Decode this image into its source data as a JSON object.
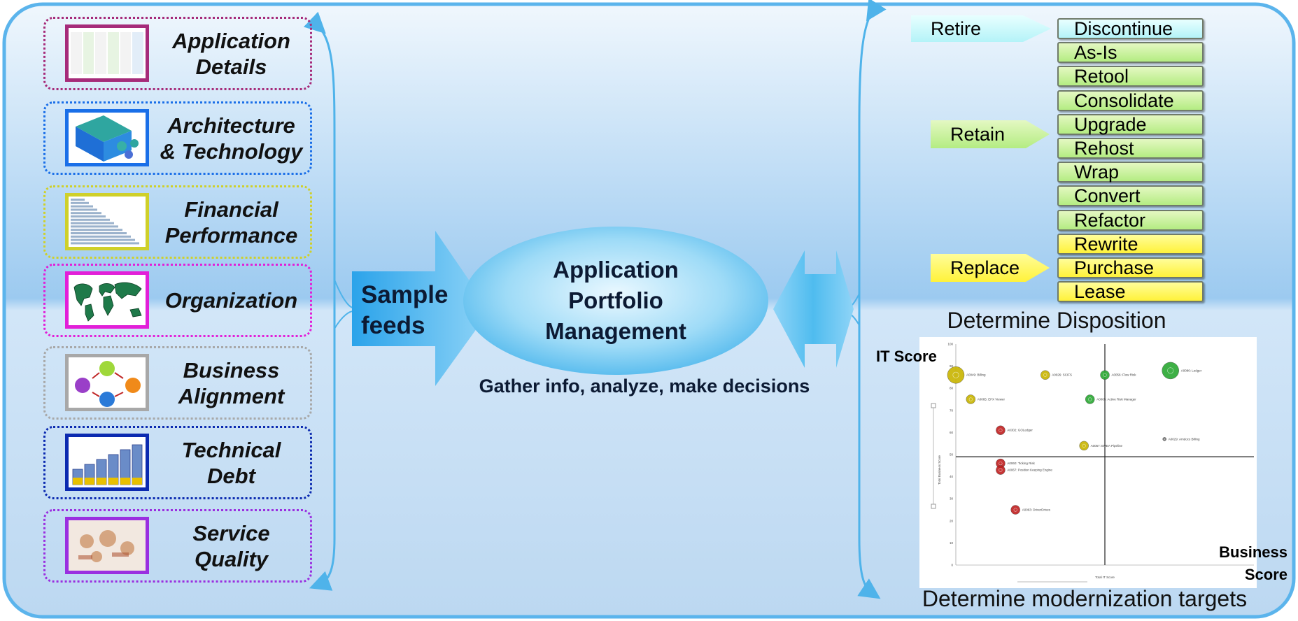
{
  "categories": [
    {
      "label": "Application\nDetails",
      "color": "#a62b7a"
    },
    {
      "label": "Architecture\n& Technology",
      "color": "#1a6fe8"
    },
    {
      "label": "Financial\nPerformance",
      "color": "#cfd02a"
    },
    {
      "label": "Organization",
      "color": "#e21fd8"
    },
    {
      "label": "Business\nAlignment",
      "color": "#a8a8a8"
    },
    {
      "label": "Technical\nDebt",
      "color": "#0b2ab0"
    },
    {
      "label": "Service\nQuality",
      "color": "#9a2fe0"
    }
  ],
  "sample_feeds": "Sample\nfeeds",
  "center": {
    "title": "Application\nPortfolio\nManagement",
    "subtitle": "Gather info, analyze, make decisions"
  },
  "disposition": {
    "title": "Determine Disposition",
    "groups": [
      {
        "label": "Retire",
        "style": "cyan"
      },
      {
        "label": "Retain",
        "style": "green"
      },
      {
        "label": "Replace",
        "style": "yellow"
      }
    ],
    "options": [
      {
        "label": "Discontinue",
        "style": "cyan"
      },
      {
        "label": "As-Is",
        "style": "green"
      },
      {
        "label": "Retool",
        "style": "green"
      },
      {
        "label": "Consolidate",
        "style": "green"
      },
      {
        "label": "Upgrade",
        "style": "green"
      },
      {
        "label": "Rehost",
        "style": "green"
      },
      {
        "label": "Wrap",
        "style": "green"
      },
      {
        "label": "Convert",
        "style": "green"
      },
      {
        "label": "Refactor",
        "style": "green"
      },
      {
        "label": "Rewrite",
        "style": "yellow"
      },
      {
        "label": "Purchase",
        "style": "yellow"
      },
      {
        "label": "Lease",
        "style": "yellow"
      }
    ]
  },
  "modernization": {
    "title": "Determine modernization targets",
    "y_label": "IT Score",
    "x_label": "Business\nScore",
    "inner_y_axis": "Total Business Score",
    "inner_x_axis": "Total IT Score"
  },
  "chart_data": {
    "type": "scatter",
    "xlim": [
      0,
      100
    ],
    "ylim": [
      0,
      100
    ],
    "yticks": [
      "0",
      "10",
      "20",
      "30",
      "40",
      "50",
      "60",
      "70",
      "80",
      "90",
      "100"
    ],
    "points": [
      {
        "label": "A0049: Billing",
        "x": 0,
        "y": 86,
        "color": "#c8b400",
        "size": 5
      },
      {
        "label": "A0026: SCIFS",
        "x": 30,
        "y": 86,
        "color": "#c8b400",
        "size": 3
      },
      {
        "label": "A0056: Flow Risk",
        "x": 50,
        "y": 86,
        "color": "#2aa832",
        "size": 3
      },
      {
        "label": "A0080: Ledger",
        "x": 72,
        "y": 88,
        "color": "#2aa832",
        "size": 5
      },
      {
        "label": "A0065: EFX Viewer",
        "x": 5,
        "y": 75,
        "color": "#c8b400",
        "size": 3
      },
      {
        "label": "A0065: Active Risk Manager",
        "x": 45,
        "y": 75,
        "color": "#2aa832",
        "size": 3
      },
      {
        "label": "A0302: GOLedger",
        "x": 15,
        "y": 61,
        "color": "#c02020",
        "size": 3
      },
      {
        "label": "A0029: Amdocs Billing",
        "x": 70,
        "y": 57,
        "color": "#666666",
        "size": 1
      },
      {
        "label": "A0057: EMEA Pipeline",
        "x": 43,
        "y": 54,
        "color": "#c8b400",
        "size": 3
      },
      {
        "label": "A0060: Ticking Risk",
        "x": 15,
        "y": 46,
        "color": "#c02020",
        "size": 3
      },
      {
        "label": "A0067: Position Keeping Engine",
        "x": 15,
        "y": 43,
        "color": "#c02020",
        "size": 3
      },
      {
        "label": "A0063: DriverDrives",
        "x": 20,
        "y": 25,
        "color": "#c02020",
        "size": 3
      }
    ]
  }
}
